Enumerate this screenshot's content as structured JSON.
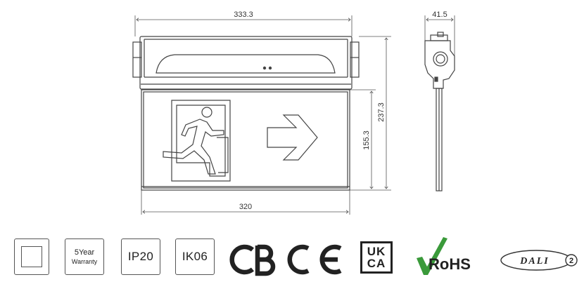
{
  "dimensions": {
    "top_width": "333.3",
    "side_depth": "41.5",
    "overall_height": "237.3",
    "sign_height": "155.3",
    "bottom_width": "320"
  },
  "icons": {
    "class2": {
      "name": "class-II-insulation"
    },
    "warranty": {
      "line1": "5Year",
      "line2": "Warranty"
    },
    "ip": {
      "label": "IP20"
    },
    "ik": {
      "label": "IK06"
    },
    "cb": {
      "label": "CB"
    },
    "ce": {
      "label": "CE"
    },
    "ukca": {
      "line1": "UK",
      "line2": "CA"
    },
    "rohs": {
      "label": "RoHS"
    },
    "dali": {
      "label": "DALI",
      "version": "2"
    }
  },
  "colors": {
    "line": "#444444",
    "dim_line": "#555555",
    "rohs_green": "#3a9a3a"
  }
}
